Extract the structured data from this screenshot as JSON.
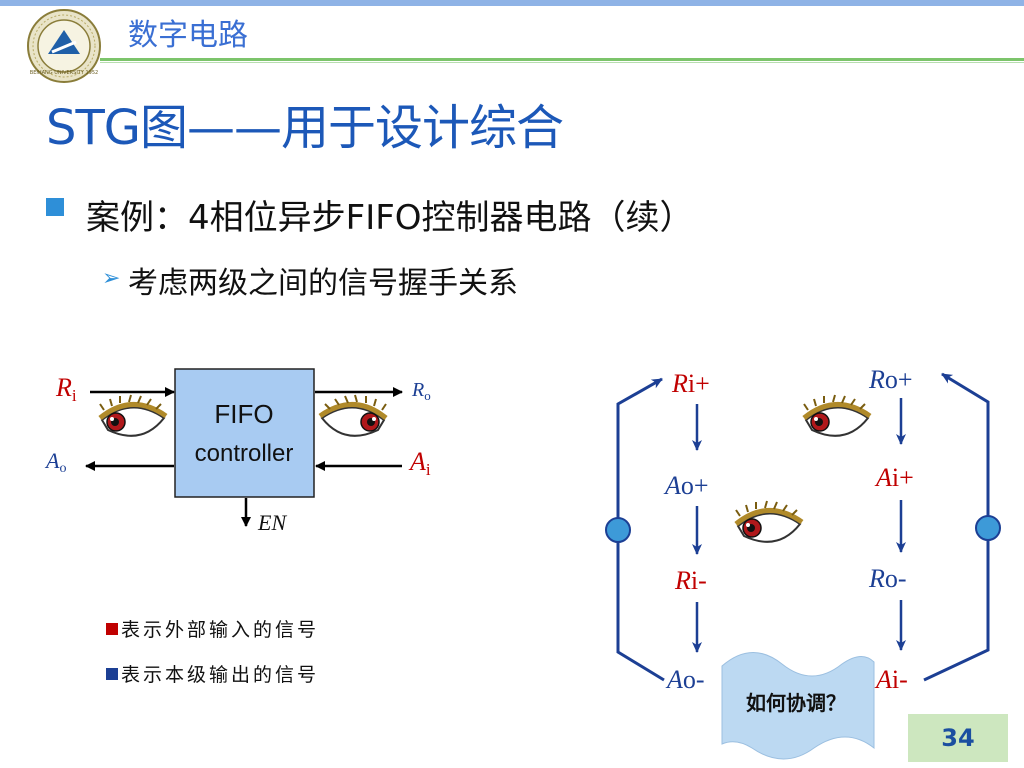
{
  "header": {
    "course": "数字电路",
    "logo_label": "BEIHANG UNIVERSITY 1952"
  },
  "slide": {
    "title": "STG图——用于设计综合",
    "bullet1": "案例：4相位异步FIFO控制器电路（续）",
    "bullet2": "考虑两级之间的信号握手关系",
    "page_number": "34"
  },
  "block": {
    "line1": "FIFO",
    "line2": "controller",
    "ri_main": "R",
    "ri_sub": "i",
    "ro_main": "R",
    "ro_sub": "o",
    "ao_main": "A",
    "ao_sub": "o",
    "ai_main": "A",
    "ai_sub": "i",
    "en": "EN"
  },
  "legend": {
    "external": "表示外部输入的信号",
    "local": "表示本级输出的信号",
    "external_color": "#c00000",
    "local_color": "#1c3f94"
  },
  "stg": {
    "left_col": [
      {
        "main": "R",
        "rest": "i+",
        "color": "#c00000"
      },
      {
        "main": "A",
        "rest": "o+",
        "color": "#1c3f94"
      },
      {
        "main": "R",
        "rest": "i-",
        "color": "#c00000"
      },
      {
        "main": "A",
        "rest": "o-",
        "color": "#1c3f94"
      }
    ],
    "right_col": [
      {
        "main": "R",
        "rest": "o+",
        "color": "#1c3f94"
      },
      {
        "main": "A",
        "rest": "i+",
        "color": "#c00000"
      },
      {
        "main": "R",
        "rest": "o-",
        "color": "#1c3f94"
      },
      {
        "main": "A",
        "rest": "i-",
        "color": "#c00000"
      }
    ],
    "callout": "如何协调？"
  },
  "colors": {
    "accent_blue": "#1c58b8",
    "block_fill": "#a8cbf2",
    "arc_color": "#1c3f94",
    "place_fill": "#3d9ad8",
    "page_box": "#cde7bf"
  },
  "icons": [
    "eye-icon",
    "bullet-square-icon",
    "arrow-bullet-icon",
    "university-logo"
  ]
}
